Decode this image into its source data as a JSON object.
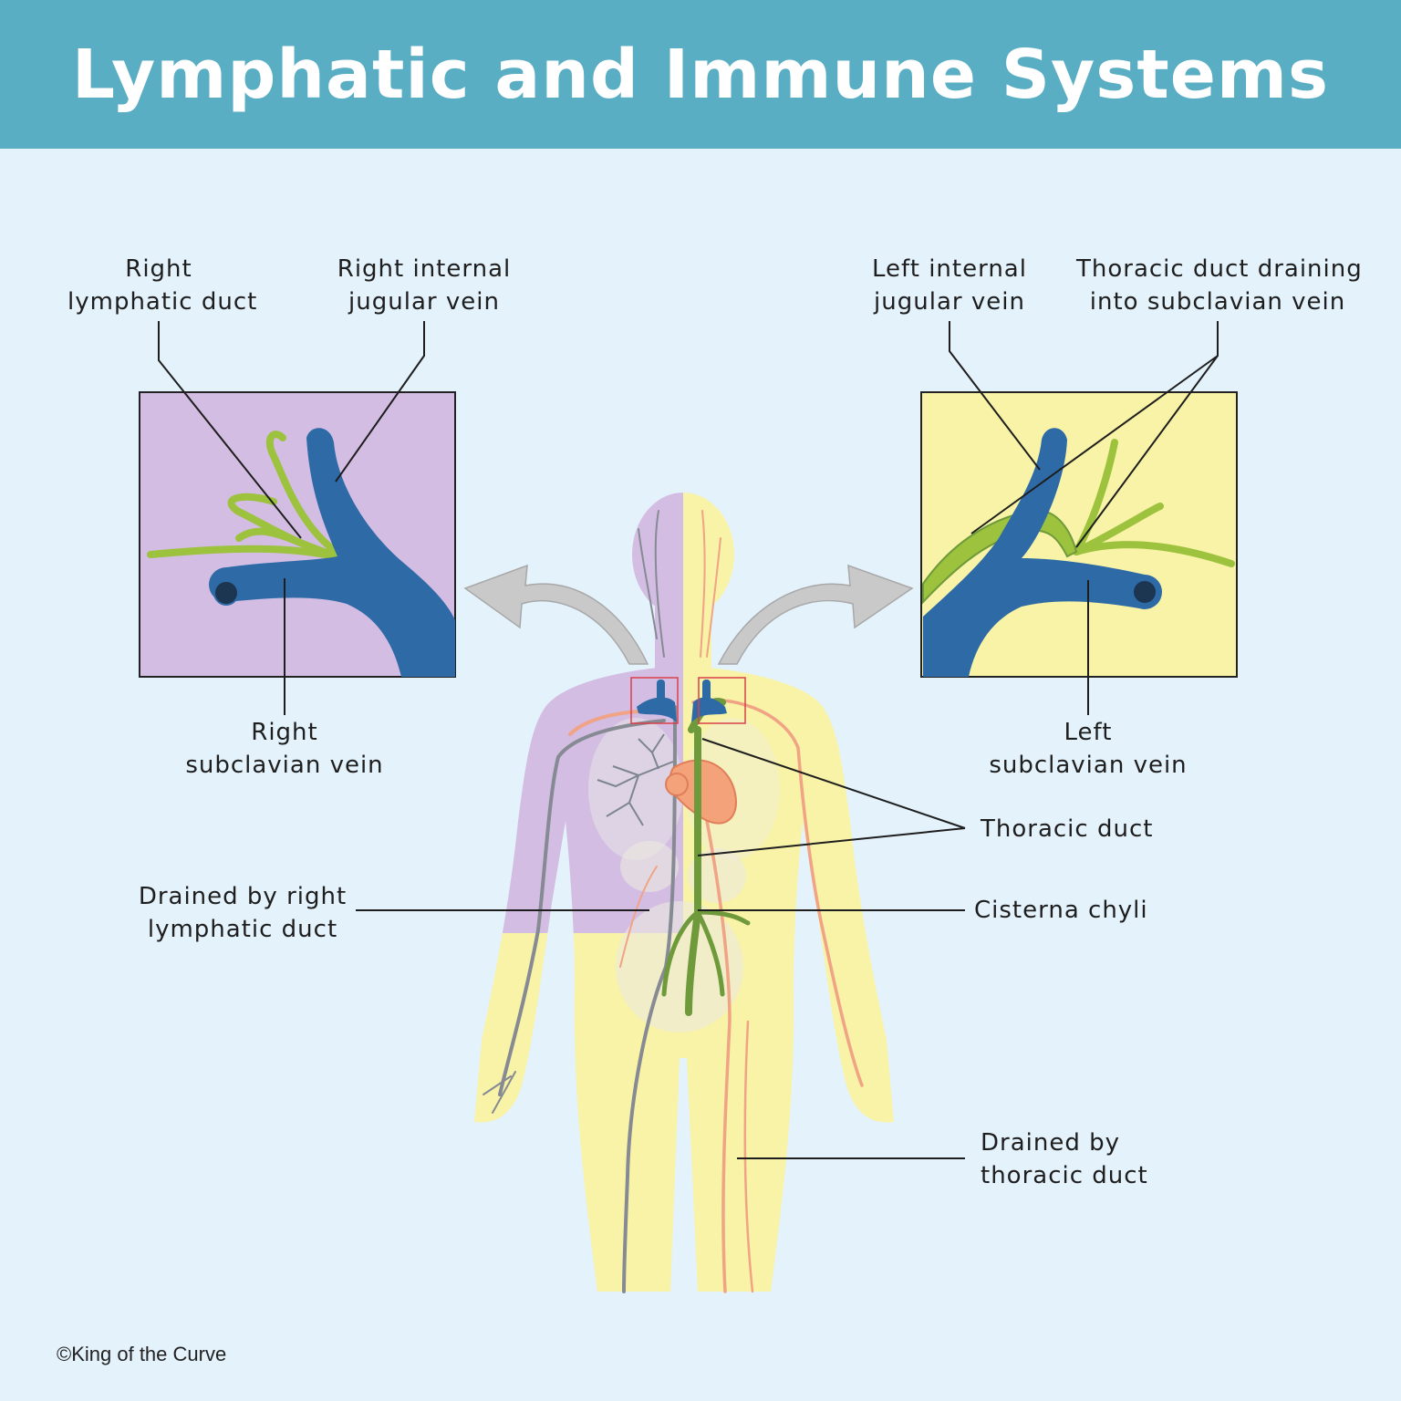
{
  "title": "Lymphatic and Immune Systems",
  "labels": {
    "right_lymphatic_duct": [
      "Right",
      "lymphatic duct"
    ],
    "right_internal_jugular": [
      "Right internal",
      "jugular vein"
    ],
    "left_internal_jugular": [
      "Left internal",
      "jugular vein"
    ],
    "thoracic_duct_draining": [
      "Thoracic duct draining",
      "into subclavian vein"
    ],
    "right_subclavian": [
      "Right",
      "subclavian vein"
    ],
    "left_subclavian": [
      "Left",
      "subclavian vein"
    ],
    "thoracic_duct": [
      "Thoracic duct"
    ],
    "cisterna_chyli": [
      "Cisterna chyli"
    ],
    "drained_right": [
      "Drained by right",
      "lymphatic duct"
    ],
    "drained_thoracic": [
      "Drained by",
      "thoracic duct"
    ]
  },
  "copyright": "©King of the Curve",
  "colors": {
    "header": "#5aaec4",
    "background": "#e4f2fb",
    "right_region": "#d4bde3",
    "left_region": "#f8f3a6",
    "vein": "#2d6aa6",
    "lymph": "#9cc23e",
    "artery": "#f0a385",
    "heart": "#f4a27a"
  }
}
